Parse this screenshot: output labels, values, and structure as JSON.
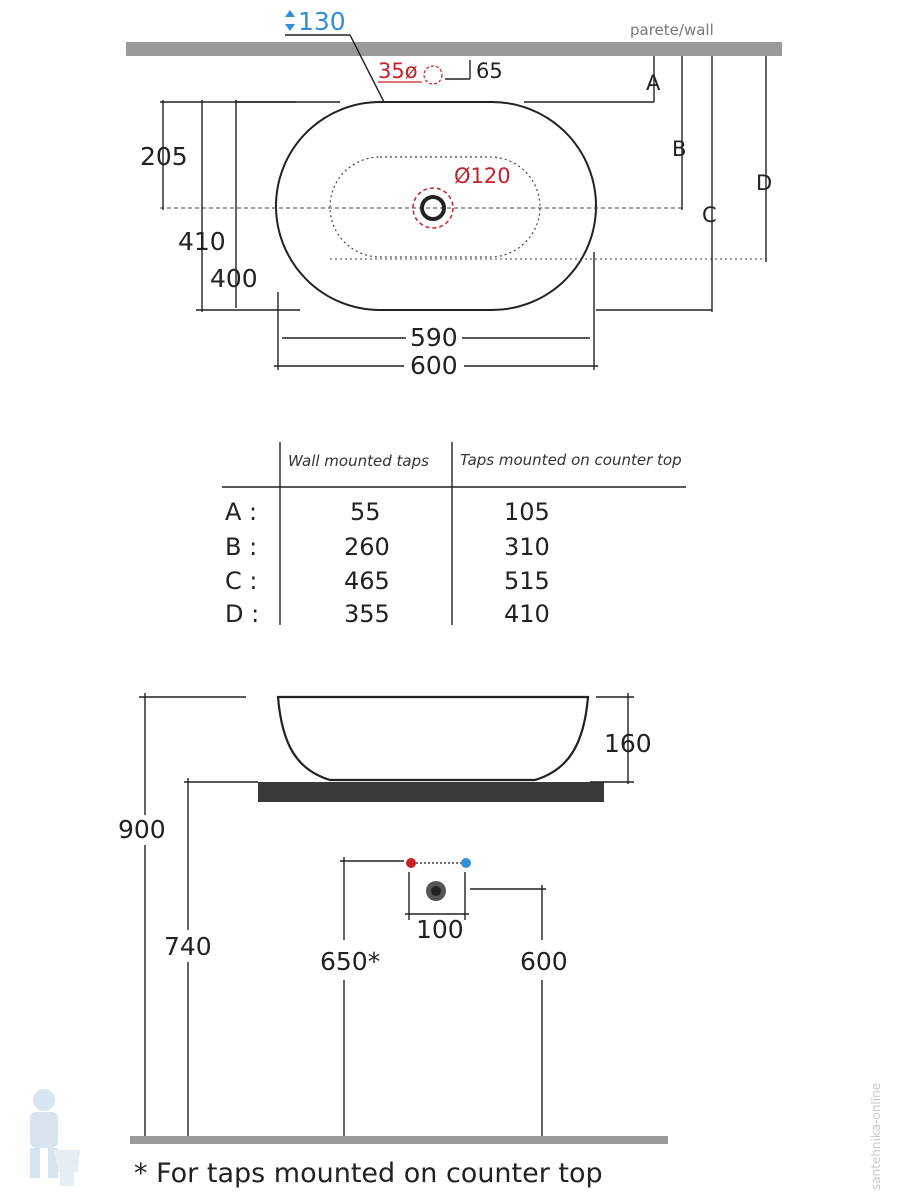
{
  "plan": {
    "wall_label": "parete/wall",
    "top_offset": "130",
    "hole_diameter": "35ø",
    "hole_offset": "65",
    "drain_diameter": "Ø120",
    "dim_205": "205",
    "dim_410": "410",
    "dim_400": "400",
    "dim_590": "590",
    "dim_600": "600",
    "letter_a": "A",
    "letter_b": "B",
    "letter_c": "C",
    "letter_d": "D"
  },
  "table": {
    "headers": [
      "Wall mounted taps",
      "Taps mounted on counter top"
    ],
    "rows": [
      {
        "label": "A :",
        "wall": "55",
        "counter": "105"
      },
      {
        "label": "B :",
        "wall": "260",
        "counter": "310"
      },
      {
        "label": "C :",
        "wall": "465",
        "counter": "515"
      },
      {
        "label": "D :",
        "wall": "355",
        "counter": "410"
      }
    ]
  },
  "elevation": {
    "dim_160": "160",
    "dim_900": "900",
    "dim_740": "740",
    "dim_650": "650*",
    "dim_600": "600",
    "dim_100": "100"
  },
  "footnote": "* For taps mounted on counter top",
  "watermark": "santehnika-online"
}
